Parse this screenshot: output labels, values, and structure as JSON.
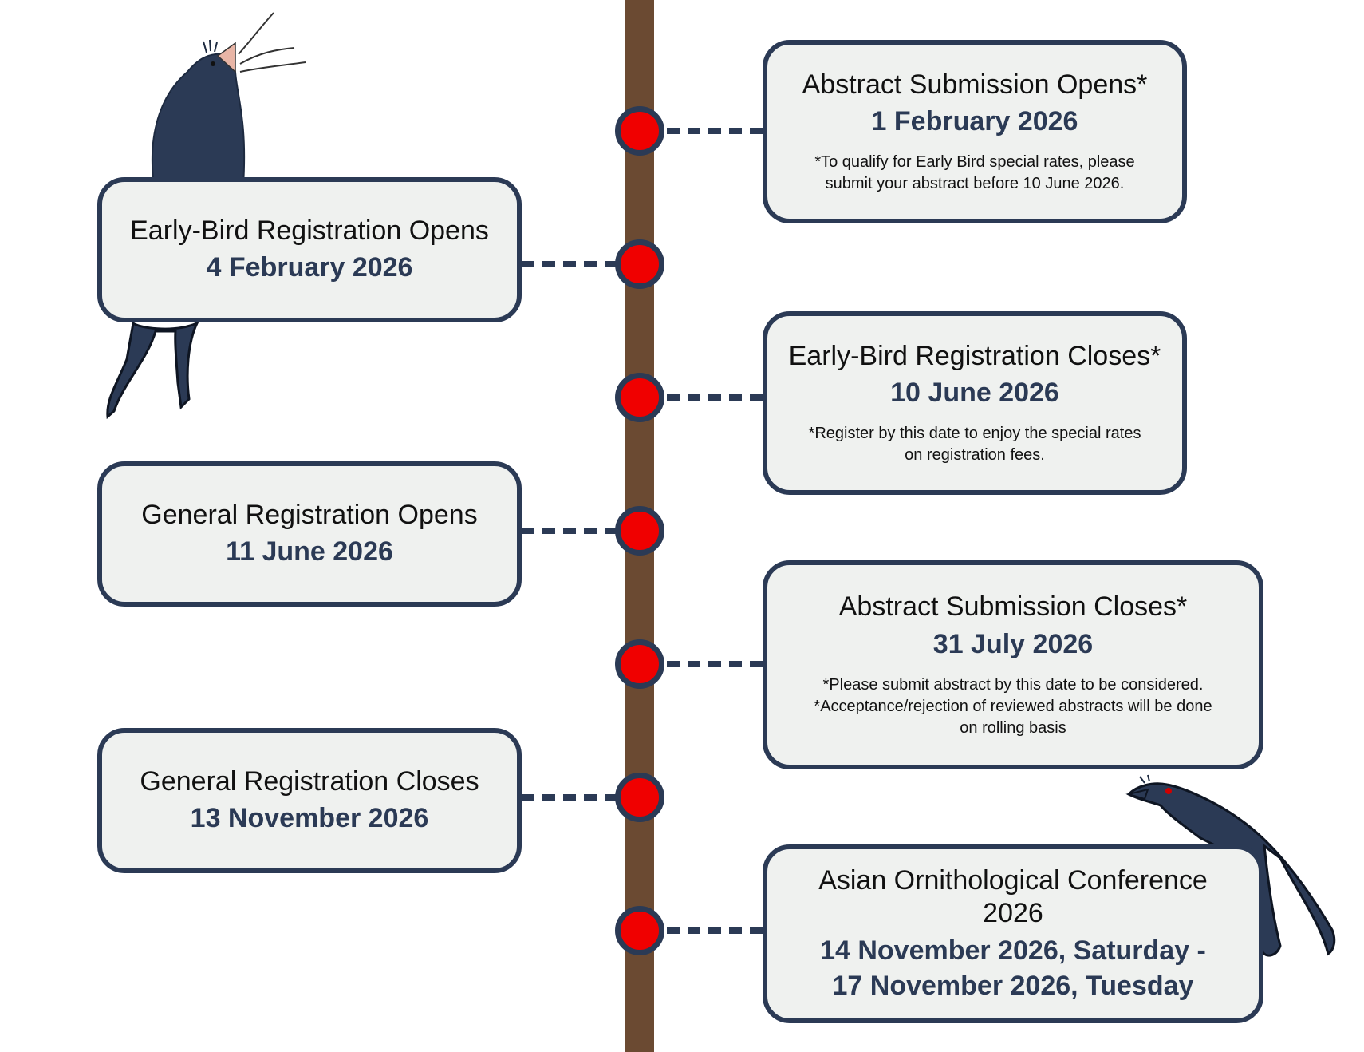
{
  "colors": {
    "trunk": "#6b4a32",
    "node": "#f00000",
    "outline": "#2b3a55",
    "card_fill": "#eff1ef",
    "date_text": "#2b3a55"
  },
  "events": [
    {
      "title": "Abstract Submission Opens*",
      "date": "1 February 2026",
      "notes": [
        "*To qualify for Early Bird special rates, please",
        "submit your abstract before 10 June 2026."
      ]
    },
    {
      "title": "Early-Bird Registration Opens",
      "date": "4 February 2026",
      "notes": []
    },
    {
      "title": "Early-Bird Registration Closes*",
      "date": "10 June 2026",
      "notes": [
        "*Register by this date to enjoy the special rates",
        "on registration fees."
      ]
    },
    {
      "title": "General Registration Opens",
      "date": "11 June 2026",
      "notes": []
    },
    {
      "title": "Abstract Submission Closes*",
      "date": "31 July 2026",
      "notes": [
        "*Please submit abstract by this date to be considered.",
        "*Acceptance/rejection of reviewed abstracts will be done",
        "on rolling basis"
      ]
    },
    {
      "title": "General Registration Closes",
      "date": "13 November 2026",
      "notes": []
    },
    {
      "title": "Asian Ornithological Conference 2026",
      "date": "14 November 2026, Saturday -",
      "date2": "17 November 2026, Tuesday",
      "notes": []
    }
  ],
  "icons": [
    "singing-bird-icon",
    "perched-bird-icon"
  ]
}
